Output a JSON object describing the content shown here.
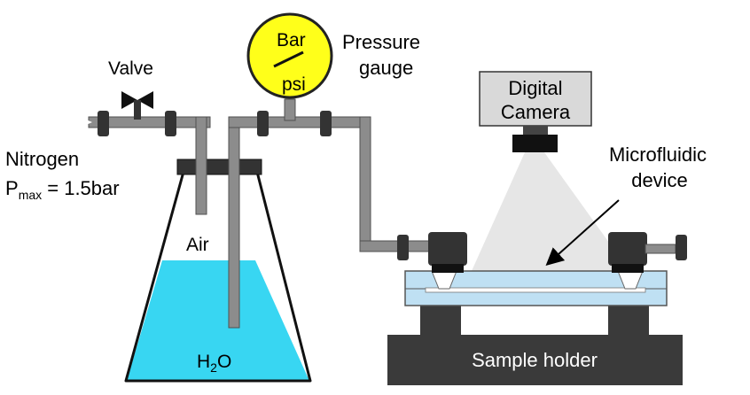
{
  "labels": {
    "nitrogen": "Nitrogen",
    "pmax_prefix": "P",
    "pmax_sub": "max",
    "pmax_value": " = 1.5bar",
    "valve": "Valve",
    "gauge_top": "Bar",
    "gauge_bottom": "psi",
    "pressure": "Pressure",
    "gauge": "gauge",
    "digital": "Digital",
    "camera": "Camera",
    "microfluidic": "Microfluidic",
    "device": "device",
    "air": "Air",
    "water_h": "H",
    "water_2": "2",
    "water_o": "O",
    "sample_holder": "Sample holder"
  },
  "colors": {
    "water": "#38d6f2",
    "gauge_face": "#ffff1a",
    "pipe": "#8c8c8c",
    "fitting": "#333333",
    "camera_body": "#d9d9d9",
    "device_glass": "#bfe0f3",
    "holder": "#3a3a3a",
    "light_cone": "#e6e6e6"
  }
}
